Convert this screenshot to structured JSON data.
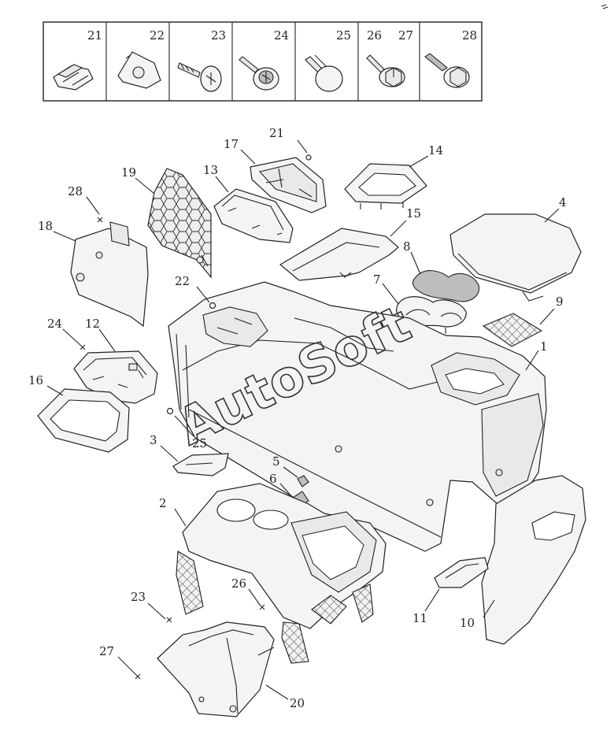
{
  "header_parts": [
    "21",
    "22",
    "23",
    "24",
    "25",
    "26",
    "27",
    "28"
  ],
  "header_cells": [
    {
      "labels": [
        "21"
      ],
      "icon": "clip-icon"
    },
    {
      "labels": [
        "22"
      ],
      "icon": "u-nut-icon"
    },
    {
      "labels": [
        "23"
      ],
      "icon": "screw-icon"
    },
    {
      "labels": [
        "24"
      ],
      "icon": "washer-screw-icon"
    },
    {
      "labels": [
        "25"
      ],
      "icon": "push-rivet-icon"
    },
    {
      "labels": [
        "26",
        "27"
      ],
      "icon": "flange-bolt-icon"
    },
    {
      "labels": [
        "28"
      ],
      "icon": "hex-screw-icon"
    }
  ],
  "callouts": {
    "c1": "1",
    "c2": "2",
    "c3": "3",
    "c4": "4",
    "c5": "5",
    "c6": "6",
    "c7": "7",
    "c8": "8",
    "c9": "9",
    "c10": "10",
    "c11": "11",
    "c12": "12",
    "c13": "13",
    "c14": "14",
    "c15": "15",
    "c16": "16",
    "c17": "17",
    "c18": "18",
    "c19": "19",
    "c20": "20",
    "c21": "21",
    "c22": "22",
    "c23": "23",
    "c24": "24",
    "c25": "25",
    "c26": "26",
    "c27": "27",
    "c28": "28"
  },
  "watermark": "AutoSoft"
}
